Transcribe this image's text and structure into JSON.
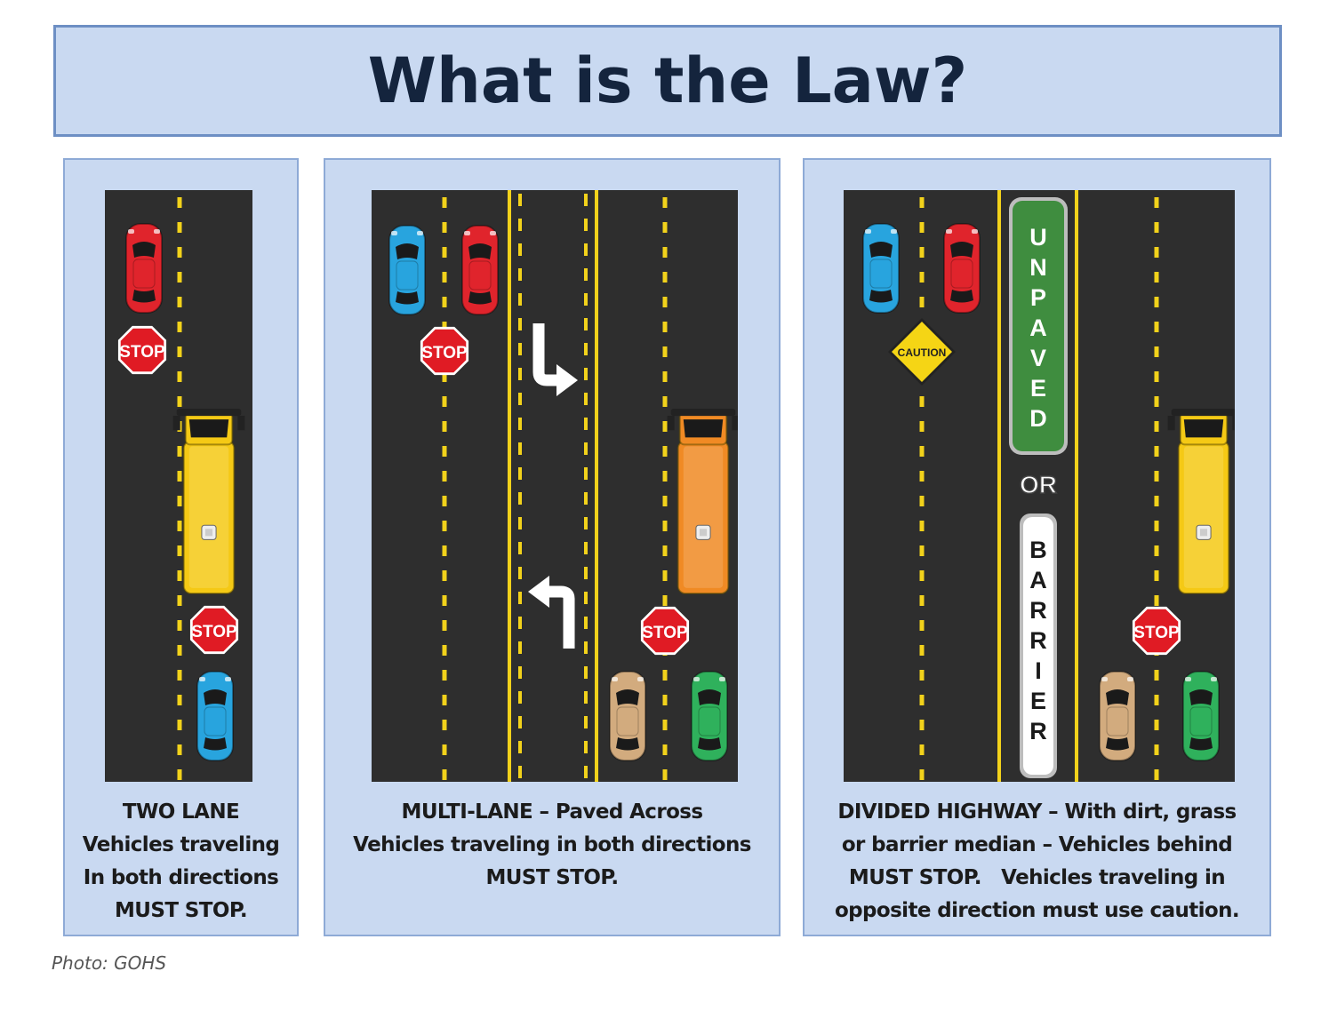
{
  "title": "What is the Law?",
  "colors": {
    "road": "#2e2e2e",
    "lane_marking": "#f2d21b",
    "stop_sign": "#e01b24",
    "school_bus_yellow": "#f5c915",
    "school_bus_orange": "#f08a24",
    "unpaved_median": "#3f8d3f",
    "panel_bg": "#c9d9f1"
  },
  "panels": [
    {
      "caption": [
        "TWO LANE",
        "Vehicles traveling",
        "In both directions",
        "MUST STOP."
      ],
      "signs": {
        "stop_upper": "STOP",
        "stop_lower": "STOP"
      }
    },
    {
      "caption": [
        "MULTI-LANE – Paved Across",
        "Vehicles traveling in both directions",
        "MUST STOP."
      ],
      "signs": {
        "stop_upper": "STOP",
        "stop_lower": "STOP"
      }
    },
    {
      "caption": [
        "DIVIDED HIGHWAY – With dirt, grass",
        "or barrier median – Vehicles behind",
        "MUST STOP.   Vehicles traveling in",
        "opposite direction must use caution."
      ],
      "signs": {
        "caution": "CAUTION",
        "stop_lower": "STOP"
      },
      "median": {
        "unpaved": [
          "U",
          "N",
          "P",
          "A",
          "V",
          "E",
          "D"
        ],
        "or": "OR",
        "barrier": [
          "B",
          "A",
          "R",
          "R",
          "I",
          "E",
          "R"
        ]
      }
    }
  ],
  "credit": "Photo: GOHS"
}
